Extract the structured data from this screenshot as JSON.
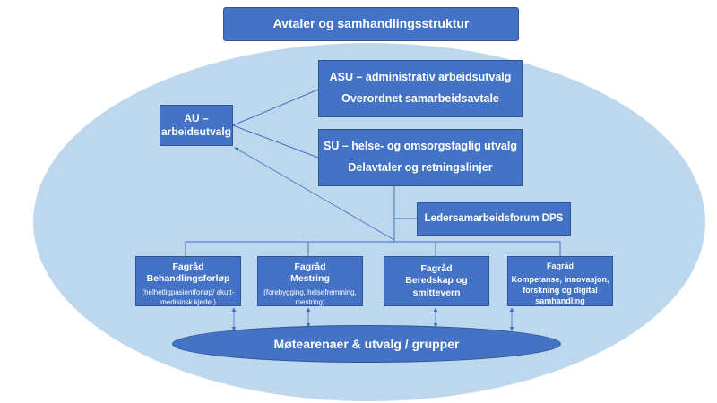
{
  "colors": {
    "background_ellipse": "#bdd7ee",
    "box_fill": "#4472c4",
    "box_border": "#2f5597",
    "connector": "#4472c4",
    "text": "#ffffff"
  },
  "diagram": {
    "title": "Avtaler og samhandlingsstruktur",
    "au": {
      "line1": "AU –",
      "line2": "arbeidsutvalg"
    },
    "asu": {
      "line1": "ASU – administrativ arbeidsutvalg",
      "line2": "Overordnet samarbeidsavtale"
    },
    "su": {
      "line1": "SU – helse- og omsorgsfaglig utvalg",
      "line2": "Delavtaler og retningslinjer"
    },
    "ledersamarbeid": "Ledersamarbeidsforum DPS",
    "fagrad": [
      {
        "title_line1": "Fagråd",
        "title_line2": "Behandlingsforløp",
        "sub": "(helhetligpasientforløp/ akutt-medisinsk kjede )"
      },
      {
        "title_line1": "Fagråd",
        "title_line2": "Mestring",
        "sub": "(forebygging, helsefremming, mestring)"
      },
      {
        "title_line1": "Fagråd",
        "title_line2": "Beredskap og smittevern",
        "sub": ""
      },
      {
        "title_line1": "Fagråd",
        "title_line2": "",
        "sub": "Kompetanse, innovasjon, forskning og digital samhandling"
      }
    ],
    "motearena": "Møtearenaer & utvalg / grupper"
  }
}
